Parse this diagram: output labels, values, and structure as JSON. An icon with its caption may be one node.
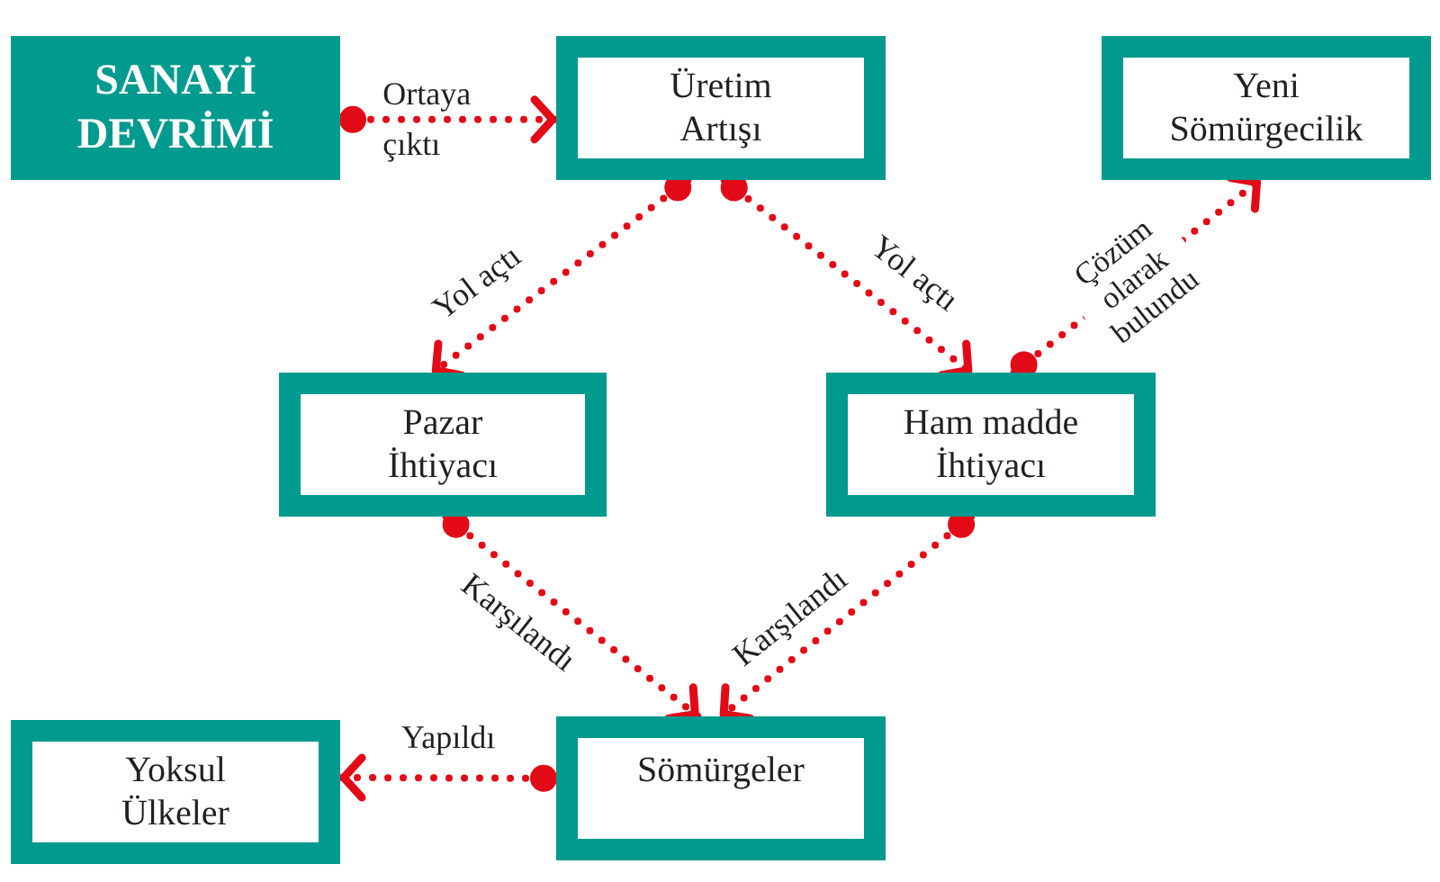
{
  "diagram": {
    "nodes": [
      {
        "text": [
          "SANAYİ DEVRİMİ"
        ]
      },
      {
        "text": [
          "Üretim Artışı"
        ]
      },
      {
        "text": [
          "Yeni Sömürgecilik"
        ]
      },
      {
        "text": [
          "Pazar İhtiyacı"
        ]
      },
      {
        "text": [
          "Ham madde İhtiyacı"
        ]
      },
      {
        "text": [
          "Yoksul Ülkeler"
        ]
      },
      {
        "text": [
          "Sömürgeler"
        ]
      }
    ],
    "edges": [
      {
        "from": 0,
        "to": 1,
        "arrow": "to",
        "label": "Ortaya çıktı"
      },
      {
        "from": 1,
        "to": 3,
        "arrow": "to",
        "label": "Yol açtı"
      },
      {
        "from": 1,
        "to": 4,
        "arrow": "to",
        "label": "Yol açtı"
      },
      {
        "from": 4,
        "to": 2,
        "arrow": "to",
        "label": "Çözüm olarak bulundu"
      },
      {
        "from": 3,
        "to": 6,
        "arrow": "to",
        "label": "Karşılandı"
      },
      {
        "from": 4,
        "to": 6,
        "arrow": "to",
        "label": "Karşılandı"
      },
      {
        "from": 6,
        "to": 5,
        "arrow": "to",
        "label": "Yapıldı"
      }
    ]
  }
}
